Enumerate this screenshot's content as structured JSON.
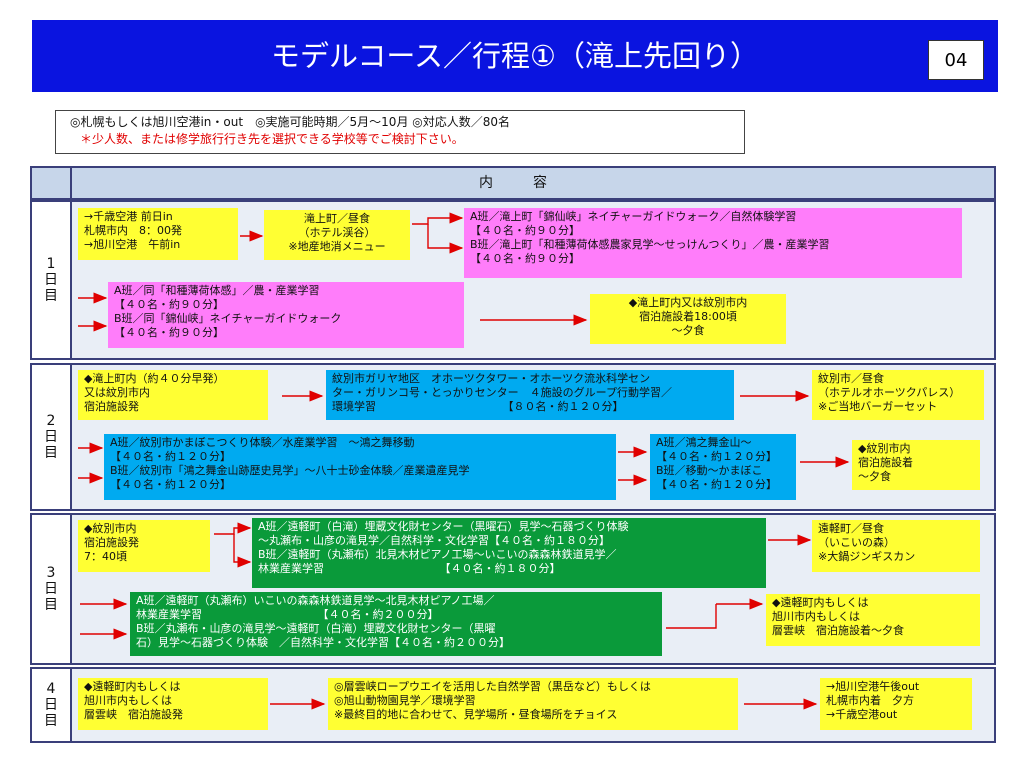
{
  "header": {
    "title": "モデルコース／行程①（滝上先回り）",
    "page_number": "04"
  },
  "info": {
    "line1": "◎札幌もしくは旭川空港in・out　◎実施可能時期／5月～10月 ◎対応人数／80名",
    "line2": "＊少人数、または修学旅行行き先を選択できる学校等でご検討下さい。"
  },
  "table_header": "内容",
  "days": [
    {
      "label": "1日目",
      "boxes": [
        "→千歳空港 前日in\n札幌市内　8：00発\n→旭川空港　午前in",
        "滝上町／昼食\n（ホテル渓谷）\n※地産地消メニュー",
        "A班／滝上町「錦仙峡」ネイチャーガイドウォーク／自然体験学習\n【４０名・約９０分】\nB班／滝上町「和種薄荷体感農家見学～せっけんつくり」／農・産業学習\n【４０名・約９０分】",
        "A班／同「和種薄荷体感」／農・産業学習\n【４０名・約９０分】\nB班／同「錦仙峡」ネイチャーガイドウォーク\n【４０名・約９０分】",
        "◆滝上町内又は紋別市内\n宿泊施設着18:00頃\n～夕食"
      ]
    },
    {
      "label": "2日目",
      "boxes": [
        "◆滝上町内（約４０分早発）\n又は紋別市内\n宿泊施設発",
        "紋別市ガリヤ地区　オホーツクタワー・オホーツク流氷科学セン\nター・ガリンコ号・とっかりセンター　４施設のグループ行動学習／\n環境学習　　　　　　　　　　　　【８０名・約１２０分】",
        "紋別市／昼食\n（ホテルオホーツクパレス）\n※ご当地バーガーセット",
        "A班／紋別市かまぼこつくり体験／水産業学習　～鴻之舞移動\n【４０名・約１２０分】\nB班／紋別市「鴻之舞金山跡歴史見学」～八十士砂金体験／産業遺産見学\n【４０名・約１２０分】",
        "A班／鴻之舞金山～\n【４０名・約１２０分】\nB班／移動～かまぼこ\n【４０名・約１２０分】",
        "◆紋別市内\n宿泊施設着\n～夕食"
      ]
    },
    {
      "label": "3日目",
      "boxes": [
        "◆紋別市内\n宿泊施設発\n7：40頃",
        "A班／遠軽町（白滝）埋蔵文化財センター（黒曜石）見学～石器づくり体験\n～丸瀬布・山彦の滝見学／自然科学・文化学習【４０名・約１８０分】\nB班／遠軽町（丸瀬布）北見木材ピアノ工場～いこいの森森林鉄道見学／\n林業産業学習　　　　　　　　　　　【４０名・約１８０分】",
        "遠軽町／昼食\n（いこいの森）\n※大鍋ジンギスカン",
        "A班／遠軽町（丸瀬布）いこいの森森林鉄道見学～北見木材ピアノ工場／\n林業産業学習　　　　　　　　　　　【４０名・約２００分】\nB班／丸瀬布・山彦の滝見学～遠軽町（白滝）埋蔵文化財センター（黒曜\n石）見学～石器づくり体験　／自然科学・文化学習【４０名・約２００分】",
        "◆遠軽町内もしくは\n旭川市内もしくは\n層雲峡　宿泊施設着～夕食"
      ]
    },
    {
      "label": "4日目",
      "boxes": [
        "◆遠軽町内もしくは\n旭川市内もしくは\n層雲峡　宿泊施設発",
        "◎層雲峡ロープウエイを活用した自然学習（黒岳など）もしくは\n◎旭山動物園見学／環境学習\n※最終目的地に合わせて、見学場所・昼食場所をチョイス",
        "→旭川空港午後out\n札幌市内着　夕方\n→千歳空港out"
      ]
    }
  ],
  "colors": {
    "header_bg": "#0a14e0",
    "yellow": "#ffff33",
    "pink": "#ff7dfa",
    "blue": "#00aaf0",
    "green": "#0a9a3a",
    "arrow": "#e00000"
  }
}
